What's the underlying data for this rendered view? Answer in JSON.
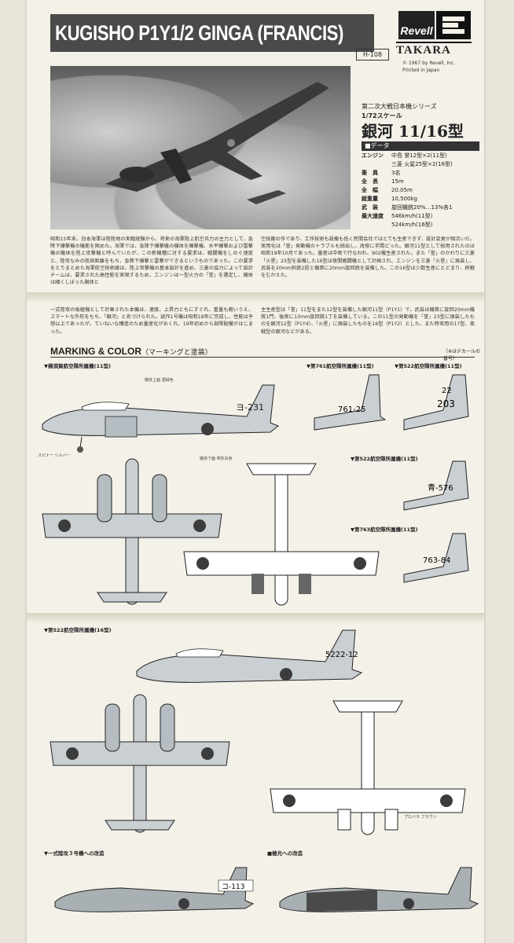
{
  "header": {
    "title": "KUGISHO P1Y1/2 GINGA (FRANCIS)",
    "kit_number": "H-108",
    "brand_revell": "Revell",
    "brand_takara": "TAKARA",
    "copyright_line1": "© 1967 by Revell, Inc.",
    "copyright_line2": "Printed in Japan"
  },
  "spec": {
    "series": "第二次大戦日本機シリーズ",
    "scale": "1/72スケール",
    "model_title": "銀河 11/16型",
    "data_heading": "■データ",
    "rows": [
      {
        "key": "エンジン",
        "value": "中島 誉12型×2(11型)"
      },
      {
        "key": "",
        "value": "三菱 火星25型×2(16型)"
      },
      {
        "key": "乗　員",
        "value": "3名"
      },
      {
        "key": "全　長",
        "value": "15m"
      },
      {
        "key": "全　幅",
        "value": "20.05m"
      },
      {
        "key": "総重量",
        "value": "10,500kg"
      },
      {
        "key": "武　装",
        "value": "旋回機銃20%…13%各1"
      },
      {
        "key": "最大速度",
        "value": "546km/h(11型)"
      },
      {
        "key": "",
        "value": "524km/h(16型)"
      }
    ]
  },
  "text": {
    "col1": "昭和15年末、日本海軍は陸陸地の実戦経験から、将来の海軍陸上航空兵力の主力として、急降下爆撃機の機能を固めた。海軍では、急降下爆撃機の機体を爆撃機、水平爆撃および雷撃機の機体を陸上攻撃機と呼んでいたが、この新機種に対する要求は、戦闘機をしのぐ速度と、陸攻なみの航続距離をもち、急降下爆撃と雷撃ができるというものであった。この要求をとりまとめた海軍航空技術廠は、陸上攻撃機の基本設計を進め、三菱の協力によって設計チームは、要求された高性能を実現するため、エンジンは一型火力の「誉」を選定し、機体は細くしぼった胴体と",
    "col2": "空技廠の作であり、工作技術も設備も低く民間会社ではとても生産できず、設計変更が相次いだ。実用化は「誉」発動機のトラブルも続出し、改修に手間どった。銀河11型として採用されたのは昭和19年10月であった。量産は中島で行なわれ、902機生産された。また「誉」のかわりに三菱「火星」25型を装備した16型は夜間戦闘機として計画され、エンジンを三菱「火星」に換装し、武装を20mm斜銃2挺と機首に20mm旋回銃を装備した。この16型は少数生産にとどまり、終戦をむかえた。",
    "col1b": "一式陸攻の後継機として計画された本機は、速度、上昇力ともにすぐれ、重量も軽いうえ、スマートな外形をもち、「銀河」と名づけられた。試作1号機は昭和18年に完成し、性能は予想以上であったが、ていねいな構造のため量産化がおくれ、19年初めから部隊配備がはじまった。",
    "col2b": "主生産型は「誉」11型をまた12型を装備した銀河11型（P1Y1）で、武装は機首に旋回20mm機銃1門、後席に13mm旋回銃1丁を装備している。この11型の発動機を「誉」23型に換装したものを銀河12型（P1Y4）、「火星」に換装したものを16型（P1Y2）とした。また特攻用の17型、夜戦型の銀河などがある。"
  },
  "marking": {
    "title": "MARKING & COLOR",
    "title_ja": "（マーキングと塗装）",
    "note": "（※はデカールの番号）",
    "cap1": "▼横須賀航空隊所属機(11型)",
    "cap2": "▼第761航空隊所属機(11型)",
    "cap3": "▼第522航空隊所属機(11型)",
    "cap4": "▼第522航空隊所属機(11型)",
    "cap5": "▼第763航空隊所属機(11型)",
    "cap6": "▼第522航空隊所属機(16型)",
    "cap7": "▼一式陸攻３号機への改造",
    "cap8": "■極光への改造",
    "tail1": "ヨ-231",
    "tail2": "761-25",
    "tail3a": "22",
    "tail3b": "203",
    "tail4": "青-576",
    "tail5": "763-84",
    "tail6": "5222-12",
    "tail7": "コ-113",
    "lbl_a": "機体上面 濃緑色",
    "lbl_b": "機体下面 明灰白色",
    "lbl_c": "スピナー シルバー",
    "lbl_d": "プロペラ ブラウン"
  }
}
